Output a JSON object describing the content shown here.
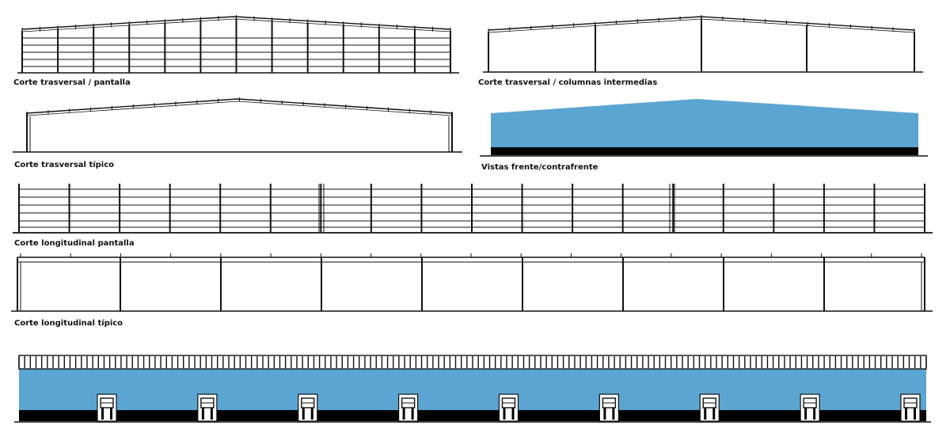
{
  "labels": {
    "trasversal_pantalla": "Corte trasversal / pantalla",
    "trasversal_intermedias": "Corte trasversal / columnas intermedias",
    "trasversal_tipico": "Corte trasversal típico",
    "vistas_frente": "Vistas frente/contrafrente",
    "longitudinal_pantalla": "Corte longitudinal pantalla",
    "longitudinal_tipico": "Corte longitudinal típico"
  },
  "colors": {
    "line": "#111111",
    "cladding_blue": "#5ba5d3",
    "base_black": "#000000",
    "door_white": "#ffffff"
  },
  "icons": {
    "dock_door": "dock-door-icon"
  }
}
